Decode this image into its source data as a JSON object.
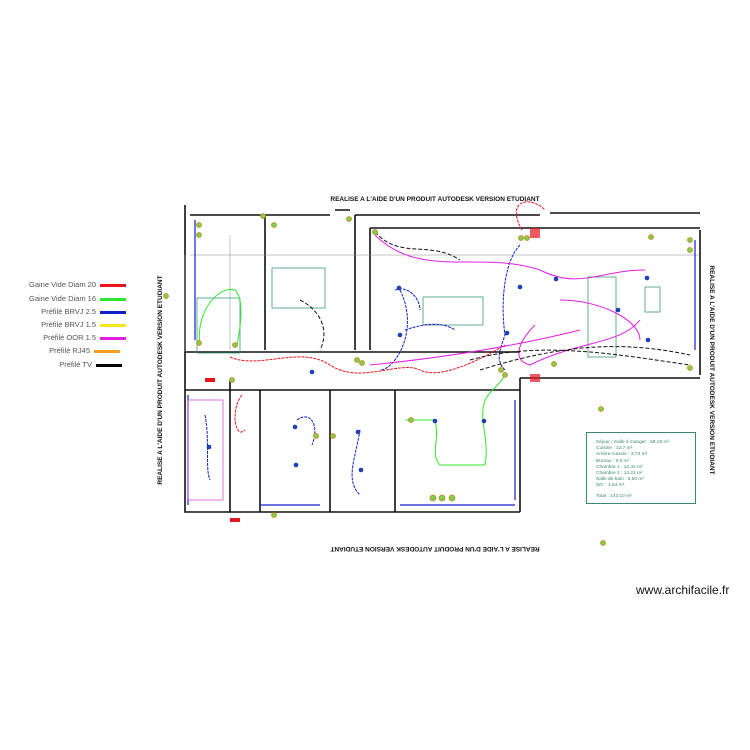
{
  "watermark": "REALISE A L'AIDE D'UN PRODUIT AUTODESK VERSION ETUDIANT",
  "site": "www.archifacile.fr",
  "legend": [
    {
      "label": "Gaine Vide Diam 20",
      "color": "#e8141e"
    },
    {
      "label": "Gaine Vide Diam 16",
      "color": "#2ee82e"
    },
    {
      "label": "Préfilé BRVJ 2.5",
      "color": "#1020c8"
    },
    {
      "label": "Préfilé BRVJ 1.5",
      "color": "#f5e61e"
    },
    {
      "label": "Préfilé OOR 1.5",
      "color": "#e01ee0"
    },
    {
      "label": "Préfilé RJ45",
      "color": "#f5a01e"
    },
    {
      "label": "Préfilé TV",
      "color": "#000000"
    }
  ],
  "areas": [
    "Séjour / Salle à manger : 68,16 m²",
    "Cuisine : 12,7 m²",
    "Arrière-cuisine : 3,73 m²",
    "Bureau : 9,6 m²",
    "Chambre 1 : 12,42 m²",
    "Chambre 2 : 14,21 m²",
    "Salle de bain : 5,50 m²",
    "WC : 1,64 m²",
    "Total : 143,10 m²"
  ]
}
